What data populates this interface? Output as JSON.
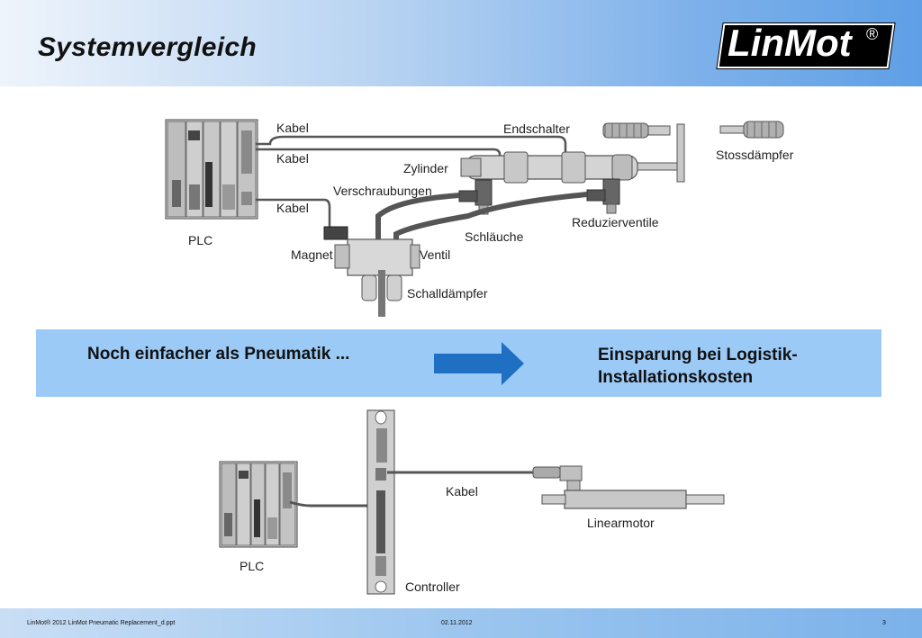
{
  "header": {
    "title": "Systemvergleich",
    "logo": "LinMot",
    "logo_reg": "®"
  },
  "top_diagram": {
    "labels": {
      "kabel1": "Kabel",
      "kabel2": "Kabel",
      "kabel3": "Kabel",
      "endschalter": "Endschalter",
      "zylinder": "Zylinder",
      "verschraubungen": "Verschraubungen",
      "stossdaempfer": "Stossdämpfer",
      "reduzierventile": "Reduzierventile",
      "schlaeuche": "Schläuche",
      "magnet": "Magnet",
      "ventil": "Ventil",
      "schalldaempfer": "Schalldämpfer",
      "plc": "PLC"
    }
  },
  "banner": {
    "left": "Noch einfacher als Pneumatik ...",
    "right_line1": "Einsparung bei Logistik-",
    "right_line2": "Installationskosten",
    "arrow_color": "#1f6fc2"
  },
  "bottom_diagram": {
    "labels": {
      "kabel": "Kabel",
      "linearmotor": "Linearmotor",
      "plc": "PLC",
      "controller": "Controller"
    }
  },
  "footer": {
    "left": "LinMot® 2012 LinMot Pneumatic Replacement_d.ppt",
    "date": "02.11.2012",
    "page": "3"
  }
}
